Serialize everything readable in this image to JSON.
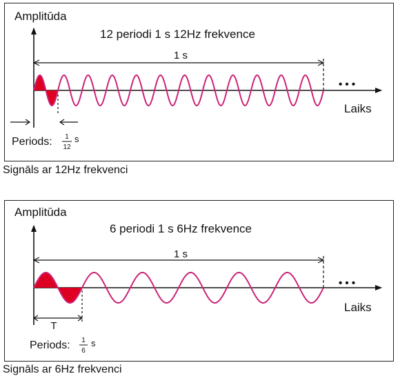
{
  "colors": {
    "wave": "#cc2277",
    "fill": "#dd0022",
    "axis": "#111111"
  },
  "diagrams": [
    {
      "y_axis_label": "Amplitūda",
      "title": "12 periodi 1 s  12Hz  frekvence",
      "span_label": "1 s",
      "x_axis_label": "Laiks",
      "ellipsis": "• • •",
      "period_prefix": "Periods:",
      "period_numerator": "1",
      "period_denominator": "12",
      "period_unit": "s",
      "period_marker": "",
      "cycles": 12,
      "caption": "Signāls ar 12Hz frekvenci"
    },
    {
      "y_axis_label": "Amplitūda",
      "title": "6 periodi 1 s 6Hz frekvence",
      "span_label": "1 s",
      "x_axis_label": "Laiks",
      "ellipsis": "• • •",
      "period_prefix": "Periods:",
      "period_numerator": "1",
      "period_denominator": "6",
      "period_unit": "s",
      "period_marker": "T",
      "cycles": 6,
      "caption": "Signāls ar 6Hz frekvenci"
    }
  ]
}
